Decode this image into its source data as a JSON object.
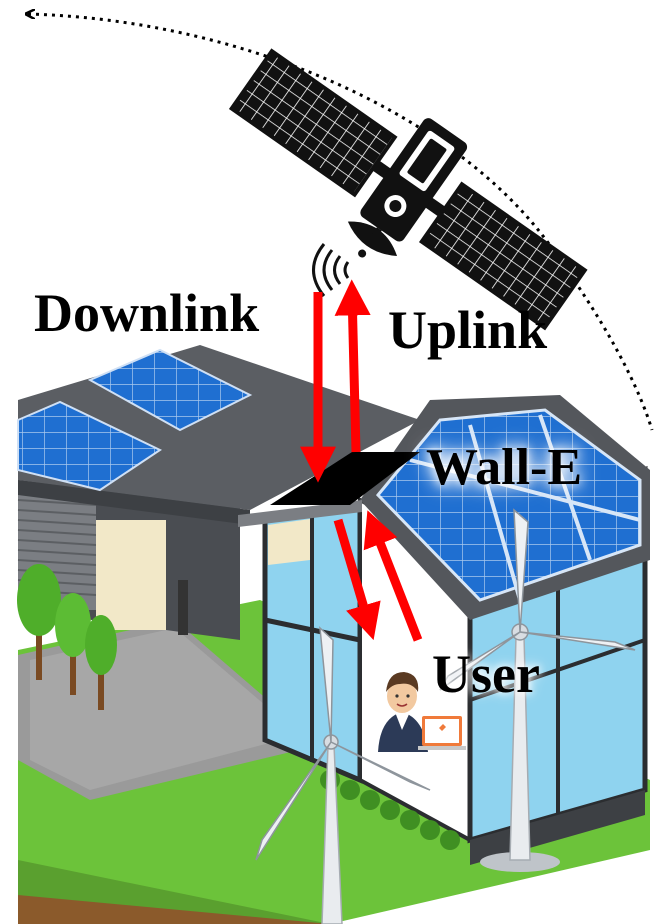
{
  "labels": {
    "downlink": "Downlink",
    "uplink": "Uplink",
    "wall_e": "Wall-E",
    "user": "User"
  },
  "colors": {
    "link_arrow": "#ff0000",
    "solar_panel": "#1f6fd1",
    "grass": "#6cc33a",
    "roof": "#54575c",
    "glass": "#8fd3ef",
    "satellite": "#111111"
  },
  "icons": [
    "satellite-icon",
    "wind-turbine-icon",
    "solar-panel-icon",
    "user-avatar-icon",
    "laptop-icon",
    "signal-waves-icon"
  ]
}
